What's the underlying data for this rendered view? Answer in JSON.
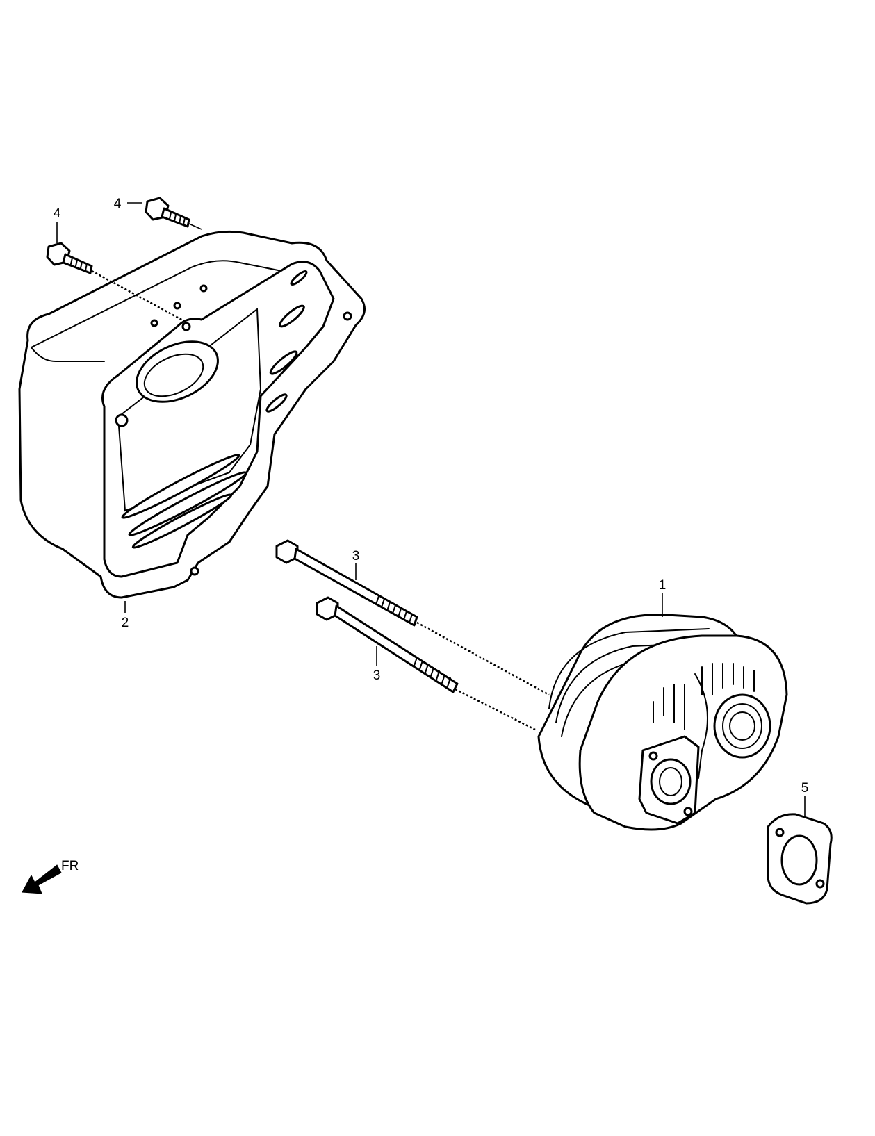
{
  "diagram": {
    "parts": [
      {
        "id": "part-1",
        "callout": "1",
        "icon": "muffler-icon"
      },
      {
        "id": "part-2",
        "callout": "2",
        "icon": "muffler-protector-icon"
      },
      {
        "id": "part-3a",
        "callout": "3",
        "icon": "long-bolt-icon"
      },
      {
        "id": "part-3b",
        "callout": "3",
        "icon": "long-bolt-icon"
      },
      {
        "id": "part-4a",
        "callout": "4",
        "icon": "flange-bolt-icon"
      },
      {
        "id": "part-4b",
        "callout": "4",
        "icon": "flange-bolt-icon"
      },
      {
        "id": "part-5",
        "callout": "5",
        "icon": "gasket-icon"
      }
    ],
    "direction": {
      "label": "FR",
      "icon": "front-arrow-icon"
    }
  }
}
